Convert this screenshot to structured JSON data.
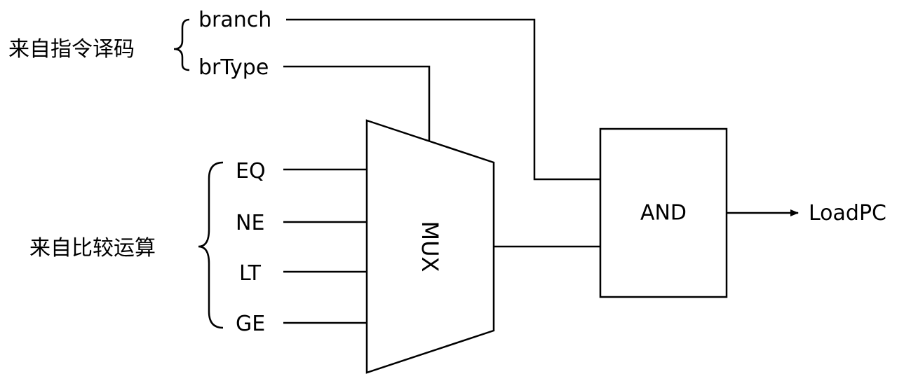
{
  "groups": {
    "decode_label": "来自指令译码",
    "compare_label": "来自比较运算"
  },
  "signals": {
    "branch": "branch",
    "brtype": "brType",
    "eq": "EQ",
    "ne": "NE",
    "lt": "LT",
    "ge": "GE"
  },
  "blocks": {
    "mux": "MUX",
    "and": "AND"
  },
  "output": {
    "loadpc": "LoadPC"
  },
  "colors": {
    "stroke": "#000000",
    "background": "#ffffff"
  }
}
